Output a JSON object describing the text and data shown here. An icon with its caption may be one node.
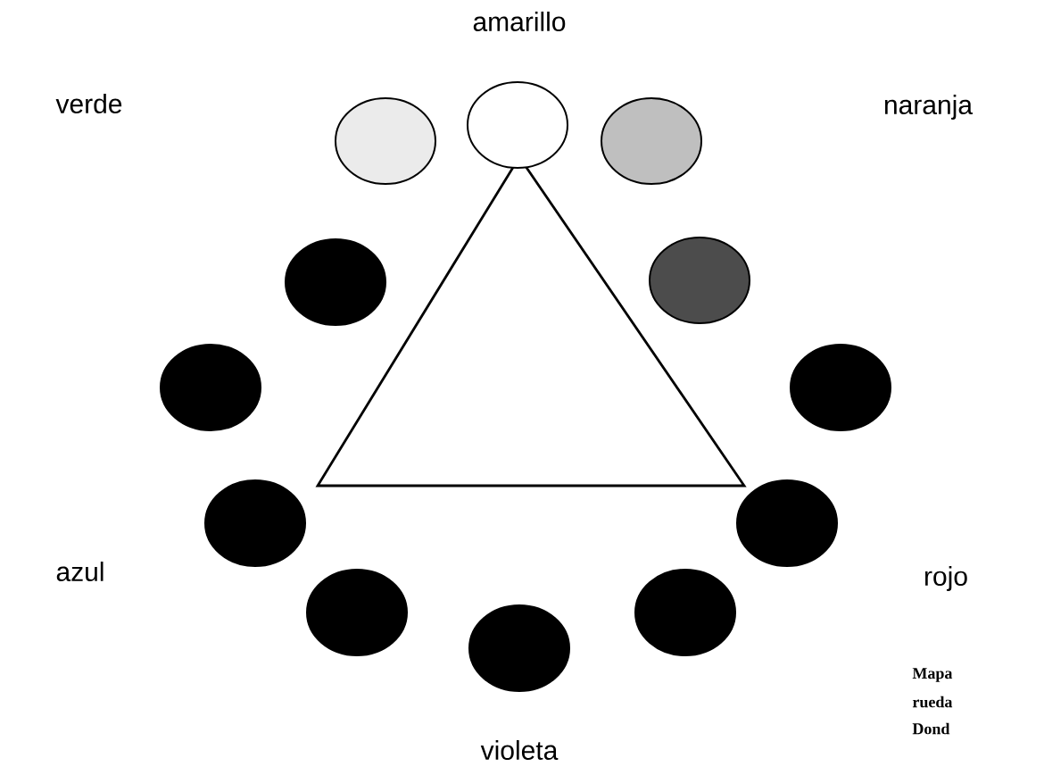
{
  "diagram": {
    "nodes": [
      {
        "text": [],
        "shape": "circle"
      },
      {
        "text": [],
        "shape": "circle"
      },
      {
        "text": [],
        "shape": "circle"
      },
      {
        "text": [],
        "shape": "circle"
      },
      {
        "text": [],
        "shape": "circle"
      },
      {
        "text": [],
        "shape": "circle"
      },
      {
        "text": [],
        "shape": "circle"
      },
      {
        "text": [],
        "shape": "circle"
      },
      {
        "text": [],
        "shape": "circle"
      },
      {
        "text": [],
        "shape": "circle"
      },
      {
        "text": [],
        "shape": "circle"
      },
      {
        "text": [],
        "shape": "circle"
      }
    ],
    "labels": [
      "amarillo",
      "verde",
      "naranja",
      "azul",
      "rojo",
      "violeta",
      "Mapa",
      "rueda",
      "Dond"
    ]
  }
}
